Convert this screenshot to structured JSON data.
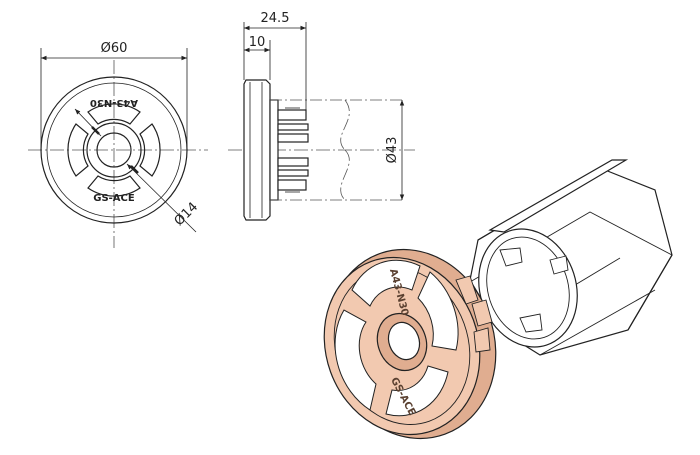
{
  "drawing": {
    "front_view": {
      "diameter_label": "Ø60",
      "hole_label": "Ø14",
      "marking_top": "A43-N30",
      "marking_bottom": "GS-ACE"
    },
    "side_view": {
      "overall_length_label": "24.5",
      "flange_length_label": "10",
      "tube_diameter_label": "Ø43"
    },
    "iso_view": {
      "marking_top": "A43-N30",
      "marking_bottom": "GS-ACE"
    }
  },
  "colors": {
    "line": "#222222",
    "centerline": "#555555",
    "part_fill": "#f2c9b0",
    "part_fill_dark": "#e0ad90",
    "tube_fill": "#ffffff"
  }
}
